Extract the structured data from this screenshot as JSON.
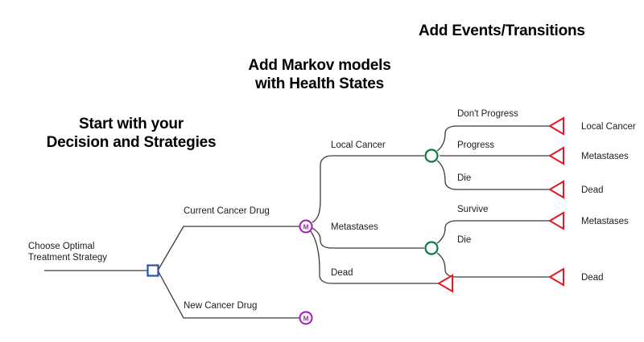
{
  "diagram": {
    "type": "decision-tree",
    "title_annotations": [
      {
        "id": "start",
        "text": "Start with your\nDecision and Strategies"
      },
      {
        "id": "markov",
        "text": "Add Markov models\nwith Health States"
      },
      {
        "id": "events",
        "text": "Add Events/Transitions"
      }
    ],
    "root": {
      "label": "Choose Optimal\nTreatment Strategy",
      "node_type": "decision",
      "node_shape": "square"
    },
    "strategies": [
      {
        "label": "Current Cancer Drug",
        "node_type": "markov",
        "node_glyph": "M"
      },
      {
        "label": "New Cancer Drug",
        "node_type": "markov",
        "node_glyph": "M"
      }
    ],
    "health_states": [
      {
        "label": "Local Cancer",
        "node_type": "chance"
      },
      {
        "label": "Metastases",
        "node_type": "chance"
      },
      {
        "label": "Dead",
        "node_type": "terminal"
      }
    ],
    "events": [
      {
        "label": "Don't Progress",
        "transition": "Local Cancer",
        "node_type": "terminal"
      },
      {
        "label": "Progress",
        "transition": "Metastases",
        "node_type": "terminal"
      },
      {
        "label": "Die",
        "transition": "Dead",
        "node_type": "terminal"
      },
      {
        "label": "Survive",
        "transition": "Metastases",
        "node_type": "terminal"
      },
      {
        "label": "Die",
        "transition": "Dead",
        "node_type": "terminal"
      }
    ],
    "colors": {
      "decision_node": "#2b4fb0",
      "markov_node": "#a31bb8",
      "chance_node": "#0b7a46",
      "terminal_node": "#e01b24",
      "branch_line": "#3a3a3a",
      "text": "#1c1c1c",
      "background": "#ffffff"
    }
  }
}
